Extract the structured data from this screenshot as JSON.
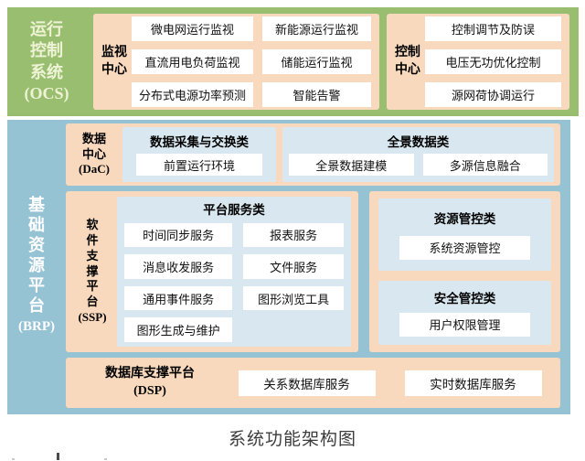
{
  "colors": {
    "ocs_green": "#9abe70",
    "ocs_label_text": "#eef3d6",
    "panel_salmon": "#f8d9bd",
    "class_panel_blue": "#d9e8f0",
    "brp_blue": "#95c3d4",
    "brp_label_text": "#ffffff",
    "item_box": "#ffffff",
    "item_text": "#111111",
    "caption_text": "#3c3c3c"
  },
  "ocs": {
    "label_lines": [
      "运行",
      "控制",
      "系统",
      "(OCS)"
    ],
    "monitor": {
      "label_lines": [
        "监视",
        "中心"
      ],
      "items": [
        "微电网运行监视",
        "新能源运行监视",
        "直流用电负荷监视",
        "储能运行监视",
        "分布式电源功率预测",
        "智能告警"
      ]
    },
    "control": {
      "label_lines": [
        "控制",
        "中心"
      ],
      "items": [
        "控制调节及防误",
        "电压无功优化控制",
        "源网荷协调运行"
      ]
    }
  },
  "brp": {
    "label_lines": [
      "基",
      "础",
      "资",
      "源",
      "平",
      "台"
    ],
    "label_paren": "(BRP)",
    "dac": {
      "label_lines": [
        "数据",
        "中心",
        "(DaC)"
      ],
      "exchange_group": {
        "title": "数据采集与交换类",
        "items": [
          "前置运行环境"
        ]
      },
      "panorama_group": {
        "title": "全景数据类",
        "items": [
          "全景数据建模",
          "多源信息融合"
        ]
      }
    },
    "ssp": {
      "label_lines": [
        "软",
        "件",
        "支",
        "撑",
        "平",
        "台"
      ],
      "label_paren": "(SSP)",
      "platform_group": {
        "title": "平台服务类",
        "items": [
          "时间同步服务",
          "报表服务",
          "消息收发服务",
          "文件服务",
          "通用事件服务",
          "图形浏览工具",
          "图形生成与维护"
        ]
      },
      "resource_group": {
        "title": "资源管控类",
        "items": [
          "系统资源管控"
        ]
      },
      "security_group": {
        "title": "安全管控类",
        "items": [
          "用户权限管理"
        ]
      }
    },
    "dsp": {
      "label_lines": [
        "数据库支撑平台",
        "(DSP)"
      ],
      "items": [
        "关系数据库服务",
        "实时数据库服务"
      ]
    }
  },
  "caption": "系统功能架构图"
}
